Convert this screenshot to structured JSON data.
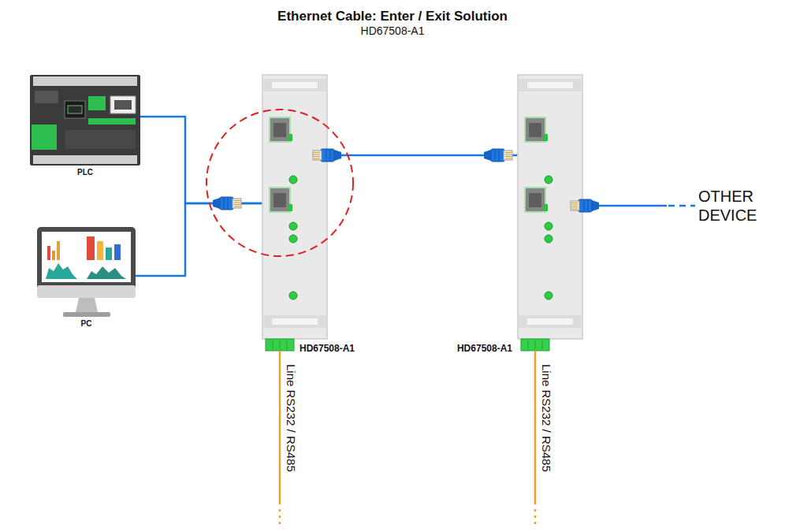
{
  "diagram": {
    "title": "Ethernet Cable: Enter / Exit Solution",
    "nodes": [
      {
        "text": [
          "PLC"
        ]
      },
      {
        "text": [
          "PC"
        ]
      },
      {
        "text": [
          "HD67508-A1"
        ]
      },
      {
        "text": [
          "HD67508-A1"
        ]
      },
      {
        "text": [
          "OTHER DEVICE"
        ]
      }
    ],
    "edges": [
      {
        "from": 0,
        "to": 2,
        "arrow": "none"
      },
      {
        "from": 1,
        "to": 2,
        "arrow": "none"
      },
      {
        "from": 2,
        "to": 3,
        "arrow": "none"
      },
      {
        "from": 3,
        "to": 4,
        "arrow": "none"
      }
    ],
    "labels": [
      "HD67508-A1",
      "Line RS232 / RS485",
      "Line RS232 / RS485"
    ]
  }
}
